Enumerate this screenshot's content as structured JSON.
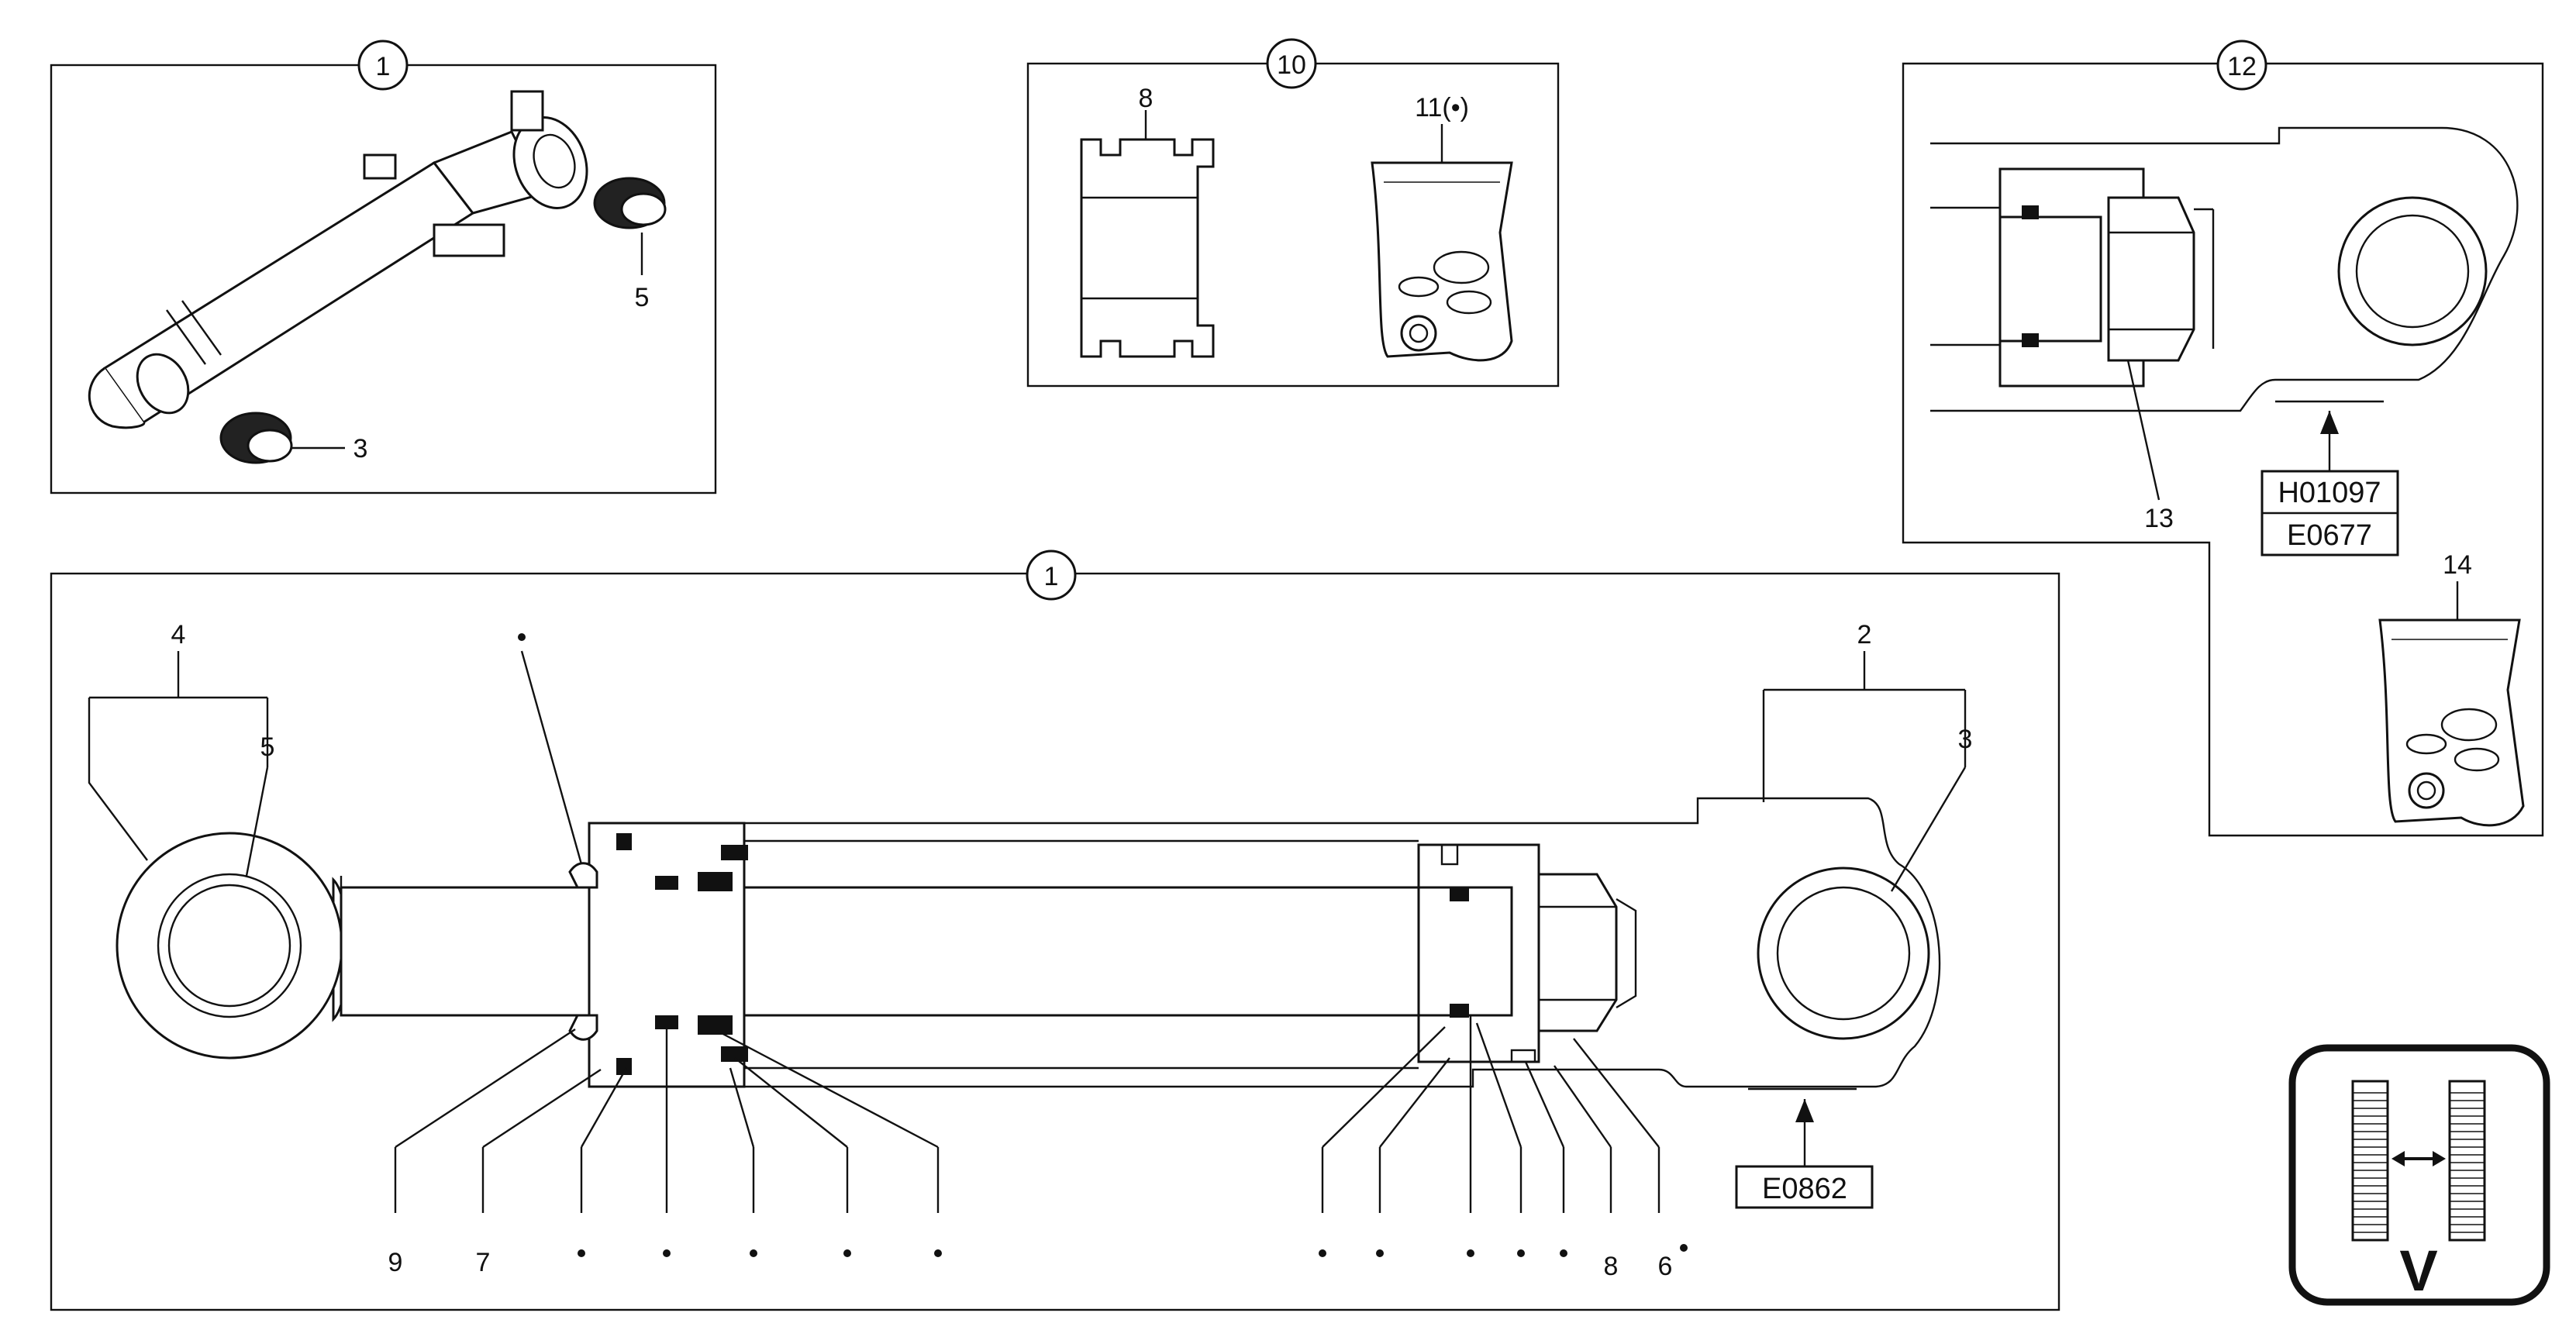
{
  "panels": {
    "top_left": {
      "callout": "1"
    },
    "top_middle": {
      "callout": "10"
    },
    "top_right": {
      "callout": "12"
    },
    "bottom_main": {
      "callout": "1"
    }
  },
  "labels": {
    "p5_top": "5",
    "p3_top": "3",
    "p8_kit": "8",
    "p11_kit": "11(•)",
    "p13": "13",
    "p14": "14",
    "p4": "4",
    "p5": "5",
    "p2": "2",
    "p3": "3",
    "p9": "9",
    "p7": "7",
    "p8": "8",
    "p6": "6"
  },
  "codes": {
    "h01097": "H01097",
    "e0677": "E0677",
    "e0862": "E0862"
  },
  "badge": {
    "letter": "V"
  }
}
